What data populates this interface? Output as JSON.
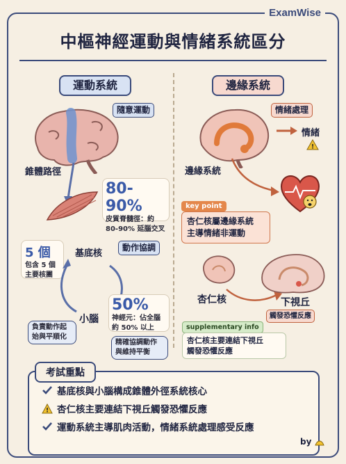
{
  "brand": "ExamWise",
  "title": "中樞神經運動與情緒系統區分",
  "left": {
    "header": "運動系統",
    "voluntary_tag": "隨意運動",
    "pathway_label": "錐體路徑",
    "stat1": {
      "value": "80-90%",
      "line1": "皮質脊髓徑：約",
      "line2": "80-90% 延腦交叉"
    },
    "coordination_tag": "動作協調",
    "basal_label": "基底核",
    "count_card": {
      "value": "5 個",
      "line1": "包含 5 個",
      "line2": "主要核團"
    },
    "cerebellum_label": "小腦",
    "stat2": {
      "value": "50%",
      "line1": "神經元：佔全腦",
      "line2": "約 50% 以上"
    },
    "func_left": {
      "line1": "負責動作起",
      "line2": "始與平順化"
    },
    "func_right": {
      "line1": "精確協調動作",
      "line2": "與維持平衡"
    }
  },
  "right": {
    "header": "邊緣系統",
    "emotion_tag": "情緒處理",
    "emotion_word": "情緒",
    "limbic_label": "邊緣系統",
    "key_point": {
      "label": "key point",
      "line1": "杏仁核屬邊緣系統",
      "line2": "主導情緒非運動"
    },
    "amygdala_label": "杏仁核",
    "hypothalamus_label": "下視丘",
    "fear_tag": "觸發恐懼反應",
    "supplementary": {
      "label": "supplementary info",
      "line1": "杏仁核主要連結下視丘",
      "line2": "觸發恐懼反應"
    }
  },
  "exam": {
    "label": "考試重點",
    "items": [
      {
        "icon": "check-icon",
        "text": "基底核與小腦構成錐體外徑系統核心"
      },
      {
        "icon": "warning-icon",
        "text": "杏仁核主要連結下視丘觸發恐懼反應"
      },
      {
        "icon": "check-icon",
        "text": "運動系統主導肌肉活動，情緒系統處理感受反應"
      }
    ]
  },
  "byline": "by",
  "colors": {
    "navy": "#3a4a7a",
    "blue_tag": "#d8e2f3",
    "pink_tag": "#f7d9cf",
    "orange": "#e4874b",
    "number_blue": "#3a5aa8"
  }
}
